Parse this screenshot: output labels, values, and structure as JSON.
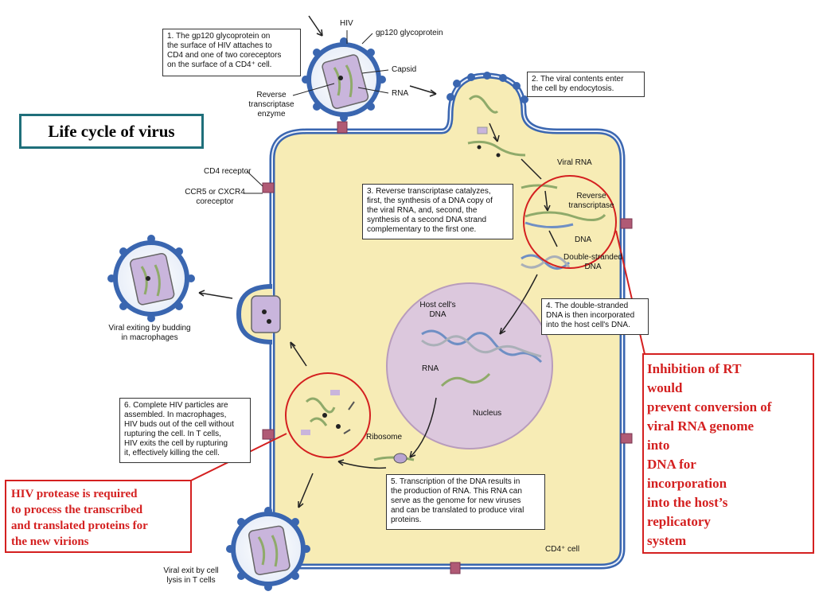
{
  "title": "Life cycle of virus",
  "labels": {
    "hiv": "HIV",
    "gp120": "gp120 glycoprotein",
    "capsid": "Capsid",
    "rna_top": "RNA",
    "rt_enzyme": [
      "Reverse",
      "transcriptase",
      "enzyme"
    ],
    "cd4_receptor": "CD4 receptor",
    "coreceptor": [
      "CCR5 or CXCR4",
      "coreceptor"
    ],
    "viral_rna": "Viral RNA",
    "reverse_transcriptase": [
      "Reverse",
      "transcriptase"
    ],
    "dna": "DNA",
    "double_stranded": [
      "Double-stranded",
      "DNA"
    ],
    "host_dna": [
      "Host cell's",
      "DNA"
    ],
    "rna_nucleus": "RNA",
    "nucleus": "Nucleus",
    "ribosome": "Ribosome",
    "cd4_cell": "CD4⁺ cell",
    "budding": [
      "Viral exiting by budding",
      "in macrophages"
    ],
    "lysis": [
      "Viral exit by cell",
      "lysis in T cells"
    ]
  },
  "steps": {
    "s1": [
      "1. The gp120 glycoprotein on",
      "the surface of HIV attaches to",
      "CD4 and one of two coreceptors",
      "on the surface of a CD4⁺ cell."
    ],
    "s2": [
      "2. The viral contents enter",
      "the cell by endocytosis."
    ],
    "s3": [
      "3. Reverse transcriptase catalyzes,",
      "first, the synthesis of a DNA copy of",
      "the viral RNA, and, second, the",
      "synthesis of a second DNA strand",
      "complementary to the first one."
    ],
    "s4": [
      "4. The double-stranded",
      "DNA is then incorporated",
      "into the host cell's DNA."
    ],
    "s5": [
      "5. Transcription of the DNA results in",
      "the production of RNA. This RNA can",
      "serve as the genome for new viruses",
      "and can be translated to produce viral",
      "proteins."
    ],
    "s6": [
      "6. Complete HIV particles are",
      "assembled. In macrophages,",
      "HIV buds out of the cell without",
      "rupturing the cell. In T cells,",
      "HIV exits the cell by rupturing",
      "it, effectively killing the cell."
    ]
  },
  "notes": {
    "rt": [
      "Inhibition of RT",
      "would",
      "prevent conversion of",
      "viral RNA genome",
      "into",
      "DNA for",
      "incorporation",
      "into the host’s",
      "replicatory",
      "system"
    ],
    "protease": [
      "HIV protease is required",
      "to process the transcribed",
      "and translated proteins for",
      "the new virions"
    ]
  },
  "colors": {
    "cell_fill": "#f7ecb5",
    "membrane": "#3a66b0",
    "nucleus": "#dcc8dd",
    "capsid": "#c9b5dc",
    "rna": "#8faa6a",
    "dna": "#6f8fc4",
    "highlight": "#d42020",
    "title_border": "#1f6f7a"
  }
}
